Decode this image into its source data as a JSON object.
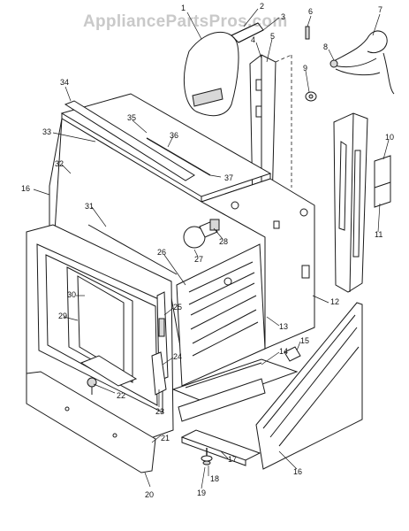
{
  "watermark": "AppliancePartsPros.com",
  "callouts": [
    "1",
    "2",
    "3",
    "4",
    "5",
    "6",
    "7",
    "8",
    "9",
    "10",
    "11",
    "12",
    "13",
    "14",
    "15",
    "16",
    "17",
    "18",
    "19",
    "20",
    "21",
    "22",
    "23",
    "24",
    "25",
    "26",
    "27",
    "28",
    "29",
    "30",
    "31",
    "32",
    "33",
    "34",
    "35",
    "36",
    "37"
  ],
  "icons": {
    "watermark_logo": "watermark-logo"
  }
}
